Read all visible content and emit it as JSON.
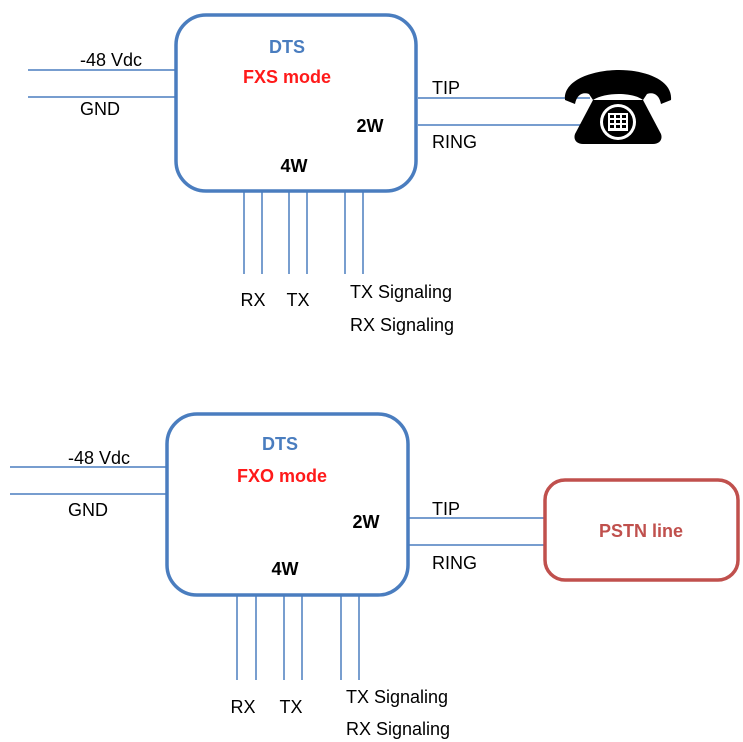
{
  "fxs": {
    "title": "DTS",
    "mode": "FXS mode",
    "power_label": "-48 Vdc",
    "ground_label": "GND",
    "two_wire_label": "2W",
    "four_wire_label": "4W",
    "tip_label": "TIP",
    "ring_label": "RING",
    "rx_label": "RX",
    "tx_label": "TX",
    "tx_signaling_label": "TX Signaling",
    "rx_signaling_label": "RX Signaling"
  },
  "fxo": {
    "title": "DTS",
    "mode": "FXO mode",
    "power_label": "-48 Vdc",
    "ground_label": "GND",
    "two_wire_label": "2W",
    "four_wire_label": "4W",
    "tip_label": "TIP",
    "ring_label": "RING",
    "rx_label": "RX",
    "tx_label": "TX",
    "tx_signaling_label": "TX Signaling",
    "rx_signaling_label": "RX Signaling",
    "pstn_label": "PSTN line"
  },
  "colors": {
    "box_border": "#4a7dbf",
    "mode_text": "#ff1a1a",
    "pstn_border": "#c0504d"
  },
  "icons": {
    "telephone": "telephone-icon"
  }
}
